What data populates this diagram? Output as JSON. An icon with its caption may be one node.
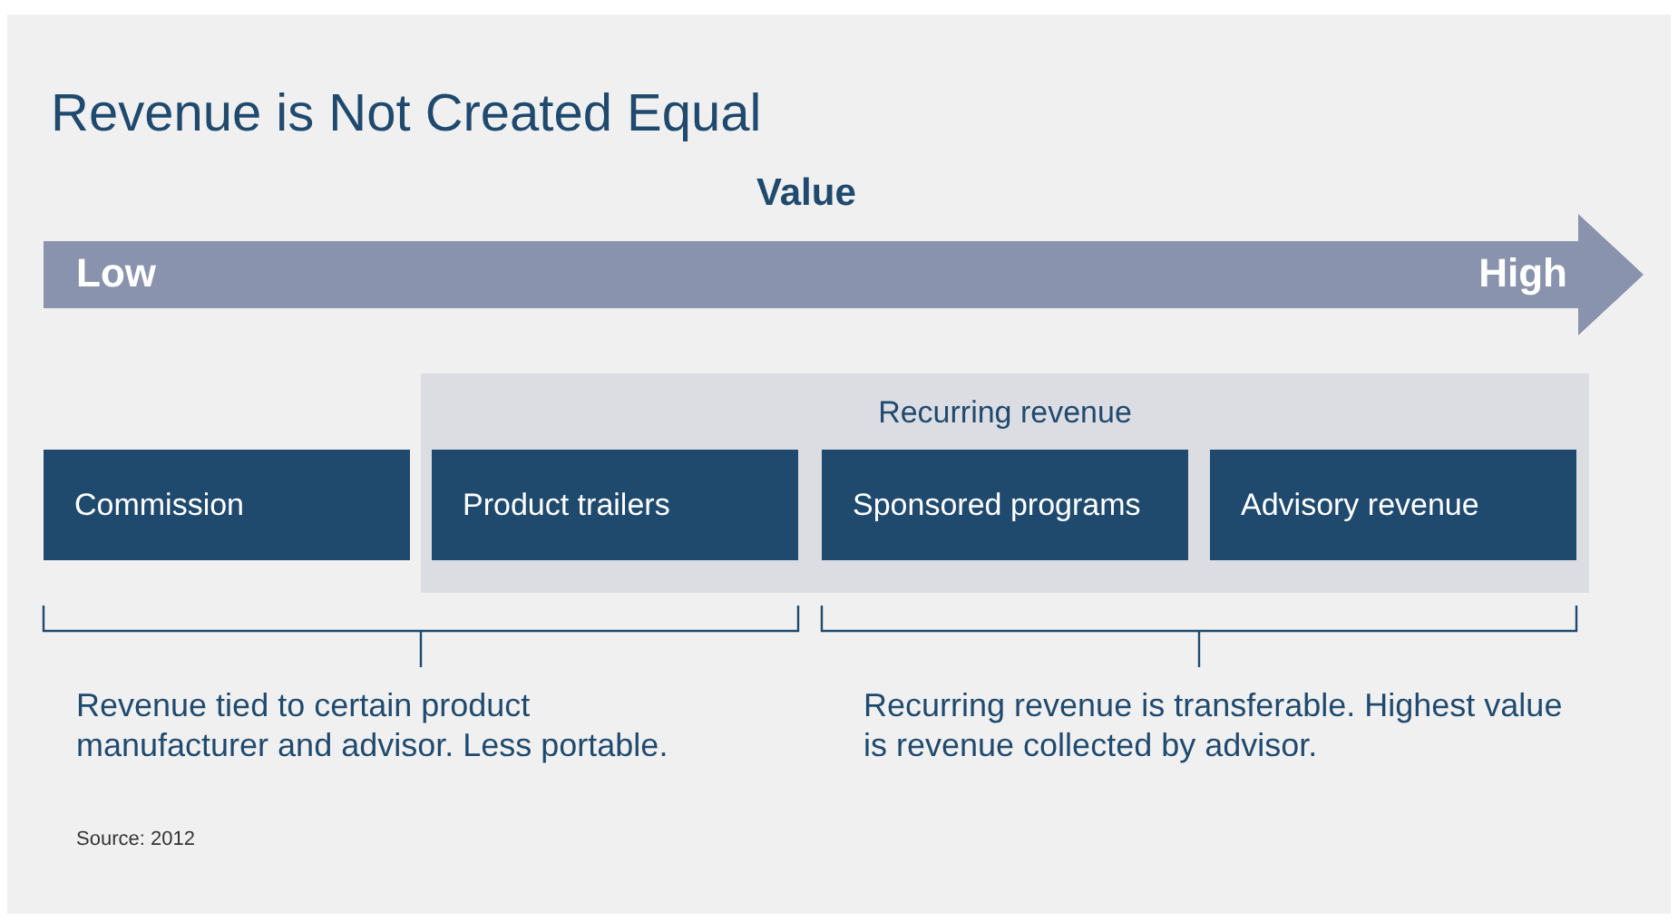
{
  "diagram": {
    "title": "Revenue is Not Created Equal",
    "nodes": [
      {
        "text": [
          "Low",
          "High"
        ]
      },
      {
        "text": [
          "Recurring revenue"
        ]
      },
      {
        "text": [
          "Commission"
        ]
      },
      {
        "text": [
          "Product trailers"
        ],
        "in": 1
      },
      {
        "text": [
          "Sponsored programs"
        ],
        "in": 1
      },
      {
        "text": [
          "Advisory revenue"
        ],
        "in": 1
      }
    ],
    "labels": [
      "Value",
      "Revenue tied to certain product manufacturer and advisor. Less portable.",
      "Recurring revenue is transferable. Highest value is revenue collected by advisor.",
      "Source: 2012"
    ]
  }
}
